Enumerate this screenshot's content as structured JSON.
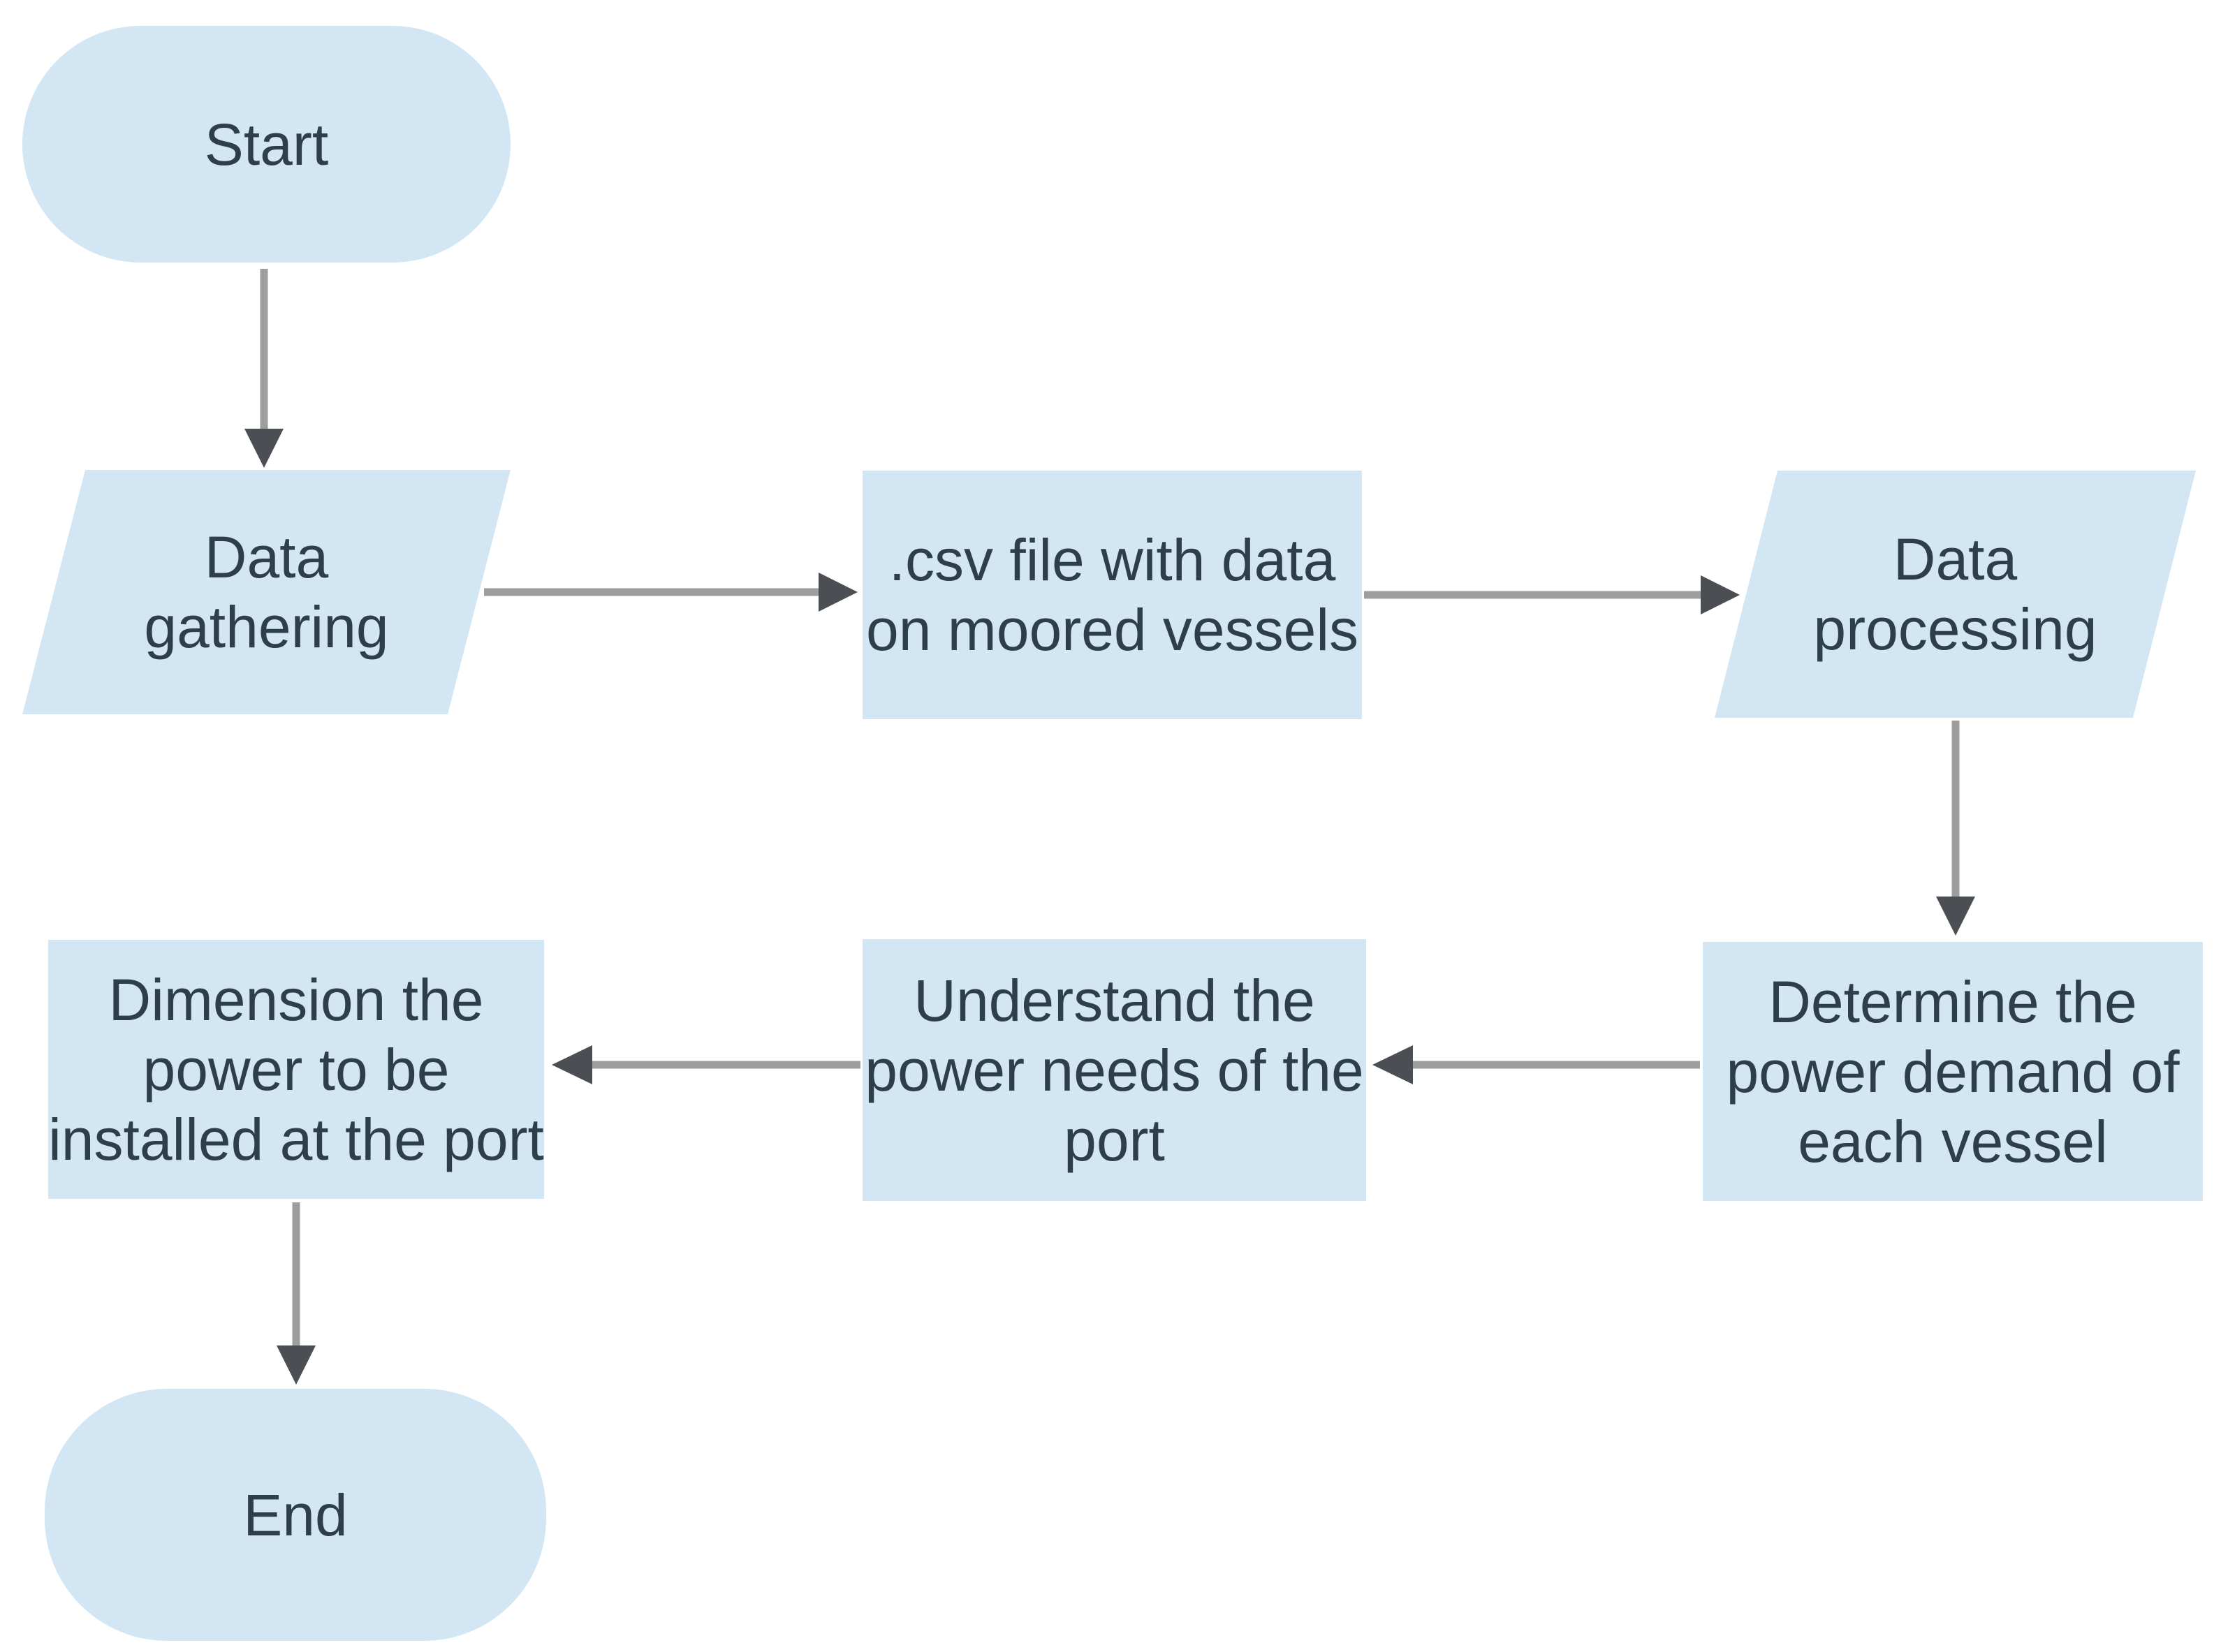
{
  "diagram": {
    "type": "flowchart",
    "background": "#ffffff",
    "colors": {
      "node_fill": "#d2e6f3",
      "node_text": "#2f3e4b",
      "arrow_line": "#9e9e9e",
      "arrow_head": "#4b4f53"
    },
    "nodes": {
      "start": {
        "label": "Start",
        "shape": "terminator"
      },
      "data_gathering": {
        "label": "Data\ngathering",
        "shape": "parallelogram"
      },
      "csv_file": {
        "label": ".csv file with data\non moored vessels",
        "shape": "rectangle"
      },
      "data_processing": {
        "label": "Data\nprocessing",
        "shape": "parallelogram"
      },
      "determine_power_demand": {
        "label": "Determine the\npower demand of\neach vessel",
        "shape": "rectangle"
      },
      "understand_power_needs": {
        "label": "Understand the\npower needs of the\nport",
        "shape": "rectangle"
      },
      "dimension_power": {
        "label": "Dimension the\npower to be\ninstalled at the port",
        "shape": "rectangle"
      },
      "end": {
        "label": "End",
        "shape": "terminator"
      }
    },
    "edges": [
      {
        "from": "start",
        "to": "data_gathering",
        "direction": "down"
      },
      {
        "from": "data_gathering",
        "to": "csv_file",
        "direction": "right"
      },
      {
        "from": "csv_file",
        "to": "data_processing",
        "direction": "right"
      },
      {
        "from": "data_processing",
        "to": "determine_power_demand",
        "direction": "down"
      },
      {
        "from": "determine_power_demand",
        "to": "understand_power_needs",
        "direction": "left"
      },
      {
        "from": "understand_power_needs",
        "to": "dimension_power",
        "direction": "left"
      },
      {
        "from": "dimension_power",
        "to": "end",
        "direction": "down"
      }
    ]
  }
}
